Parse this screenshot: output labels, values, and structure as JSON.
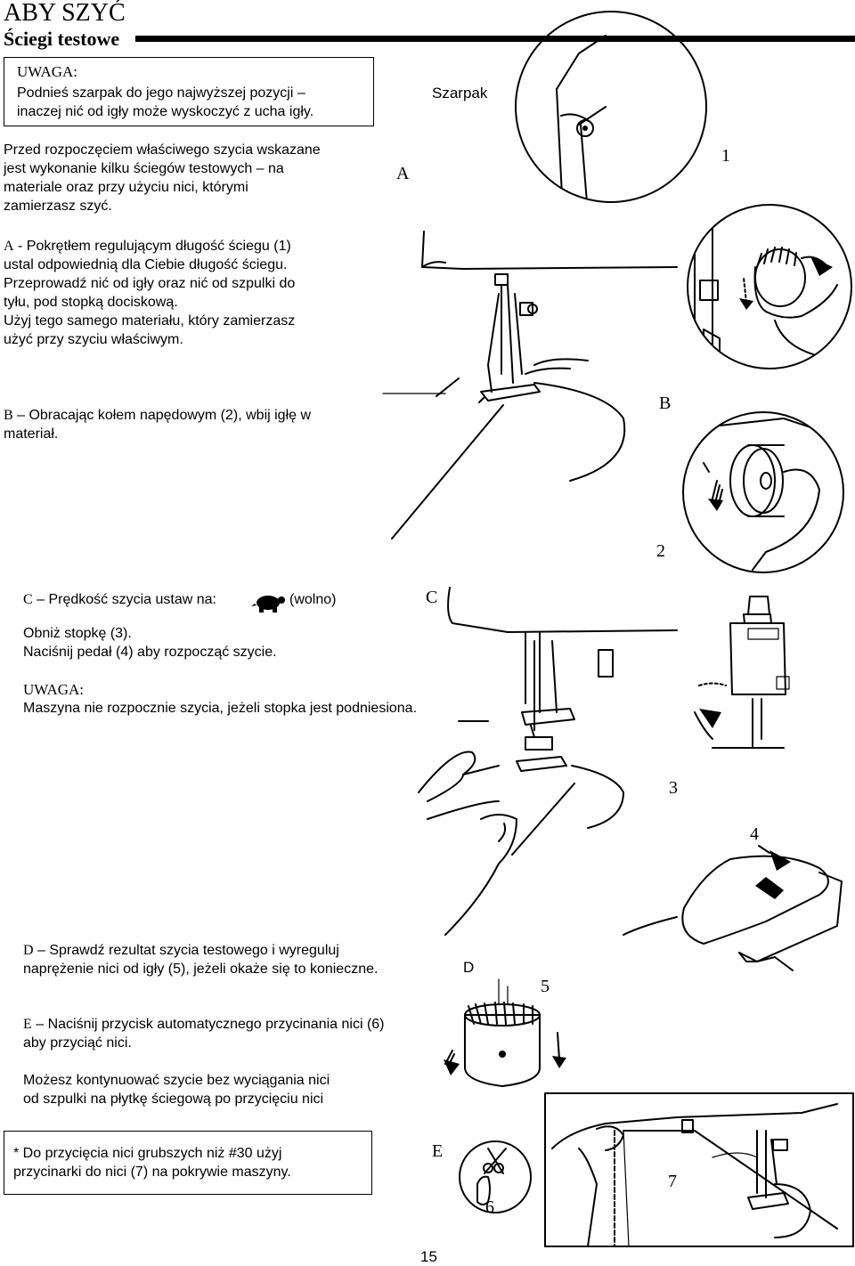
{
  "header": {
    "chapter": "ABY SZYĆ",
    "section": "Ściegi testowe"
  },
  "note_box": {
    "title": "UWAGA:",
    "text": "Podnieś szarpak do jego najwyższej pozycji –\ninaczej nić od igły może wyskoczyć z ucha igły."
  },
  "intro": "Przed rozpoczęciem właściwego szycia wskazane\njest wykonanie kilku ściegów testowych – na\nmateriale oraz przy użyciu nici, którymi\nzamierzasz szyć.",
  "steps": {
    "a": {
      "letter": "A",
      "text": " - Pokrętłem regulującym długość ściegu (1)\nustal odpowiednią dla Ciebie długość ściegu.\nPrzeprowadź nić od igły oraz nić od szpulki do\ntyłu, pod stopką dociskową.\nUżyj tego samego materiału, który zamierzasz\nużyć przy szyciu właściwym."
    },
    "b": {
      "letter": "B",
      "text": " – Obracając kołem napędowym (2), wbij igłę w\nmateriał."
    },
    "c": {
      "letter": "C",
      "text1": " – Prędkość szycia ustaw na:",
      "text2": "(wolno)",
      "text3": "Obniż stopkę (3).\nNaciśnij pedał (4) aby rozpocząć szycie."
    },
    "c_note": {
      "title": "UWAGA:",
      "text": "Maszyna nie rozpocznie szycia, jeżeli stopka jest podniesiona."
    },
    "d": {
      "letter": "D",
      "text": " – Sprawdź rezultat szycia testowego i wyreguluj\nnaprężenie nici od igły (5), jeżeli okaże się to konieczne."
    },
    "e": {
      "letter": "E",
      "text": " – Naciśnij przycisk automatycznego przycinania nici (6)\naby przyciąć nici."
    },
    "continue": "Możesz kontynuować szycie bez wyciągania nici\nod szpulki na płytkę ściegową po przycięciu nici",
    "footnote": "* Do przycięcia nici grubszych niż #30 użyj\nprzycinarki do nici (7) na pokrywie maszyny."
  },
  "figures": {
    "szarpak_label": "Szarpak",
    "label_a": "A",
    "label_b": "B",
    "label_c": "C",
    "label_d": "D",
    "label_e": "E",
    "num_1": "1",
    "num_2": "2",
    "num_3": "3",
    "num_4": "4",
    "num_5": "5",
    "num_6": "6",
    "num_7": "7"
  },
  "page_number": "15"
}
